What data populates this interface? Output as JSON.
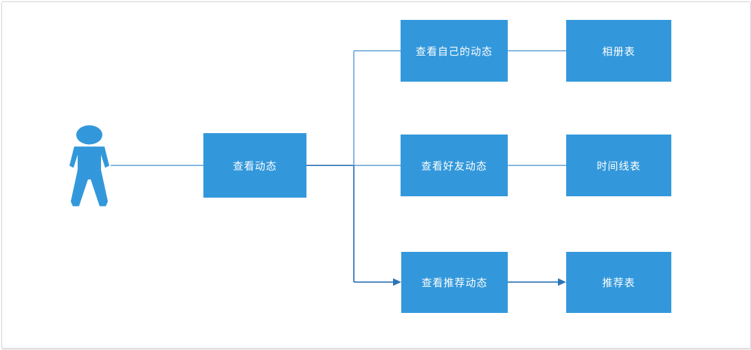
{
  "diagram": {
    "actor": {
      "icon": "person-icon"
    },
    "nodes": {
      "view_feed": {
        "label": "查看动态"
      },
      "view_own": {
        "label": "查看自己的动态"
      },
      "album_table": {
        "label": "相册表"
      },
      "view_friend": {
        "label": "查看好友动态"
      },
      "timeline_table": {
        "label": "时间线表"
      },
      "view_recommend": {
        "label": "查看推荐动态"
      },
      "recommend_table": {
        "label": "推荐表"
      }
    },
    "edges": [
      {
        "from": "actor",
        "to": "view_feed",
        "arrow": false
      },
      {
        "from": "view_feed",
        "to": "view_own",
        "arrow": false
      },
      {
        "from": "view_feed",
        "to": "view_friend",
        "arrow": false
      },
      {
        "from": "view_feed",
        "to": "view_recommend",
        "arrow": true
      },
      {
        "from": "view_own",
        "to": "album_table",
        "arrow": false
      },
      {
        "from": "view_friend",
        "to": "timeline_table",
        "arrow": false
      },
      {
        "from": "view_recommend",
        "to": "recommend_table",
        "arrow": true
      }
    ],
    "colors": {
      "node_fill": "#3398DB",
      "node_text": "#FFFFFF",
      "connector_light": "#5B9BD5",
      "connector_dark": "#2E75B6",
      "frame_border": "#D2D2D2"
    }
  }
}
